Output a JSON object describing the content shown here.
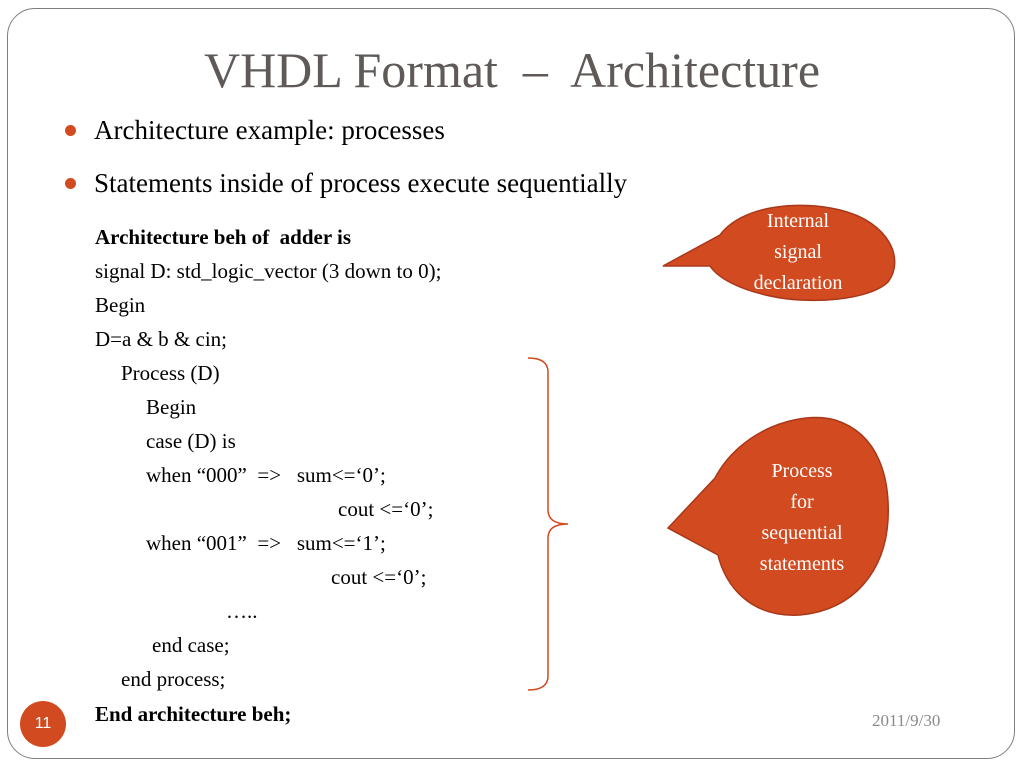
{
  "slide": {
    "title": "VHDL Format  –  Architecture",
    "bullets": [
      "Architecture example: processes",
      "Statements inside of process execute sequentially"
    ],
    "code": {
      "l1": "Architecture beh of  adder is",
      "l2": "signal D: std_logic_vector (3 down to 0);",
      "l3": "Begin",
      "l4": "D=a & b & cin;",
      "l5": "Process (D)",
      "l6": "Begin",
      "l7": "case (D) is",
      "l8": "when “000”  =>   sum<=‘0’;",
      "l9": "cout <=‘0’;",
      "l10": "when “001”  =>   sum<=‘1’;",
      "l11": "cout <=‘0’;",
      "l12": "…..",
      "l13": "end case;",
      "l14": "end process;",
      "l15": "End architecture beh;"
    },
    "callouts": {
      "internal_signal": [
        "Internal",
        "signal",
        "declaration"
      ],
      "process": [
        "Process",
        "for",
        "sequential",
        "statements"
      ]
    },
    "page_number": "11",
    "date": "2011/9/30",
    "colors": {
      "accent": "#d24a1f",
      "callout_fill": "#d24a1f",
      "callout_stroke": "#a8381a",
      "title": "#5f5a58",
      "brace": "#d24a1f"
    }
  }
}
